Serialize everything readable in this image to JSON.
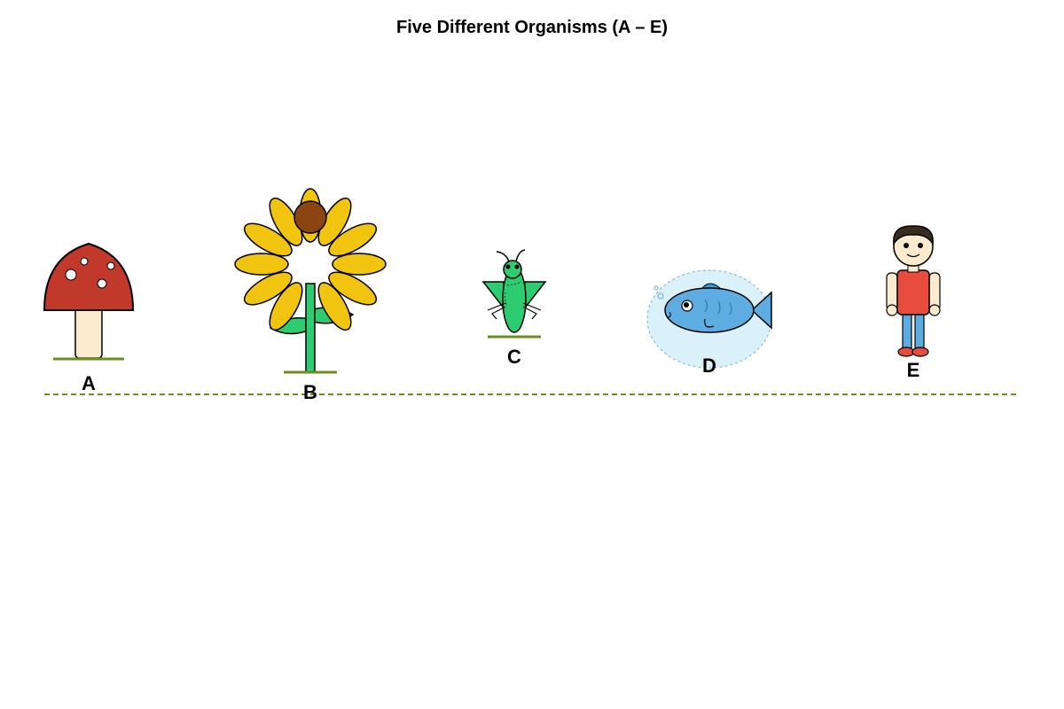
{
  "title": "Five Different Organisms (A – E)",
  "organisms": [
    {
      "label": "A",
      "icon": "mushroom-icon"
    },
    {
      "label": "B",
      "icon": "sunflower-icon"
    },
    {
      "label": "C",
      "icon": "grasshopper-icon"
    },
    {
      "label": "D",
      "icon": "fish-icon"
    },
    {
      "label": "E",
      "icon": "human-icon"
    }
  ],
  "colors": {
    "ground_line": "#6b8e23",
    "mushroom_cap": "#c0392b",
    "mushroom_stem": "#fdebd0",
    "petal": "#f1c40f",
    "flower_center": "#8b4513",
    "leaf": "#2ecc71",
    "insect": "#2ecc71",
    "fish": "#5dade2",
    "water": "#d6f0f9",
    "shirt": "#e74c3c",
    "pants": "#5dade2",
    "skin": "#fdebd0",
    "hair": "#3b2a1e"
  }
}
